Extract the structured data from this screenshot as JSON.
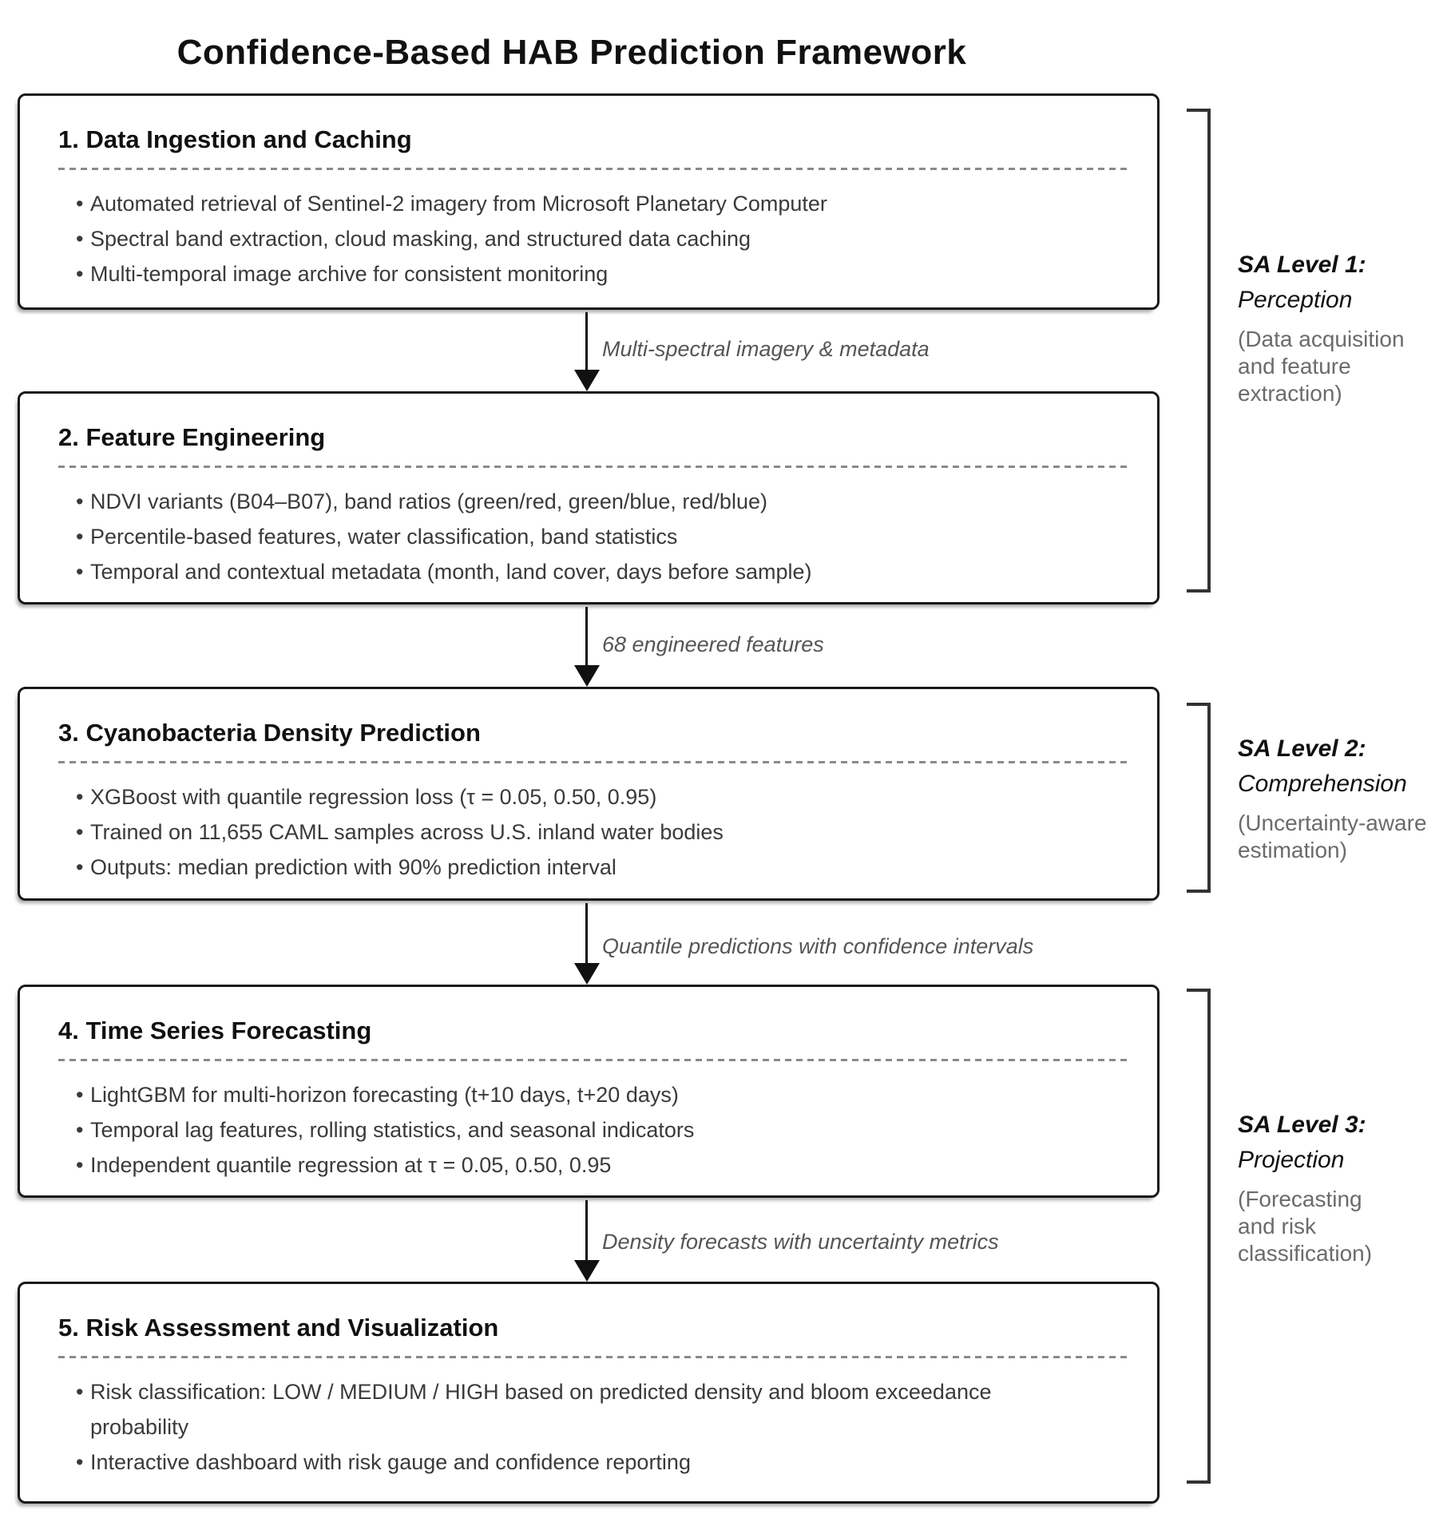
{
  "title": "Confidence-Based HAB Prediction Framework",
  "glyphs": {
    "bullet": "•"
  },
  "stages": [
    {
      "heading": "1. Data Ingestion and Caching",
      "bullets": [
        "Automated retrieval of Sentinel-2 imagery from Microsoft Planetary Computer",
        "Spectral band extraction, cloud masking, and structured data caching",
        "Multi-temporal image archive for consistent monitoring"
      ]
    },
    {
      "heading": "2. Feature Engineering",
      "bullets": [
        "NDVI variants (B04–B07), band ratios (green/red, green/blue, red/blue)",
        "Percentile-based features, water classification, band statistics",
        "Temporal and contextual metadata (month, land cover, days before sample)"
      ]
    },
    {
      "heading": "3. Cyanobacteria Density Prediction",
      "bullets": [
        "XGBoost with quantile regression loss (τ = 0.05, 0.50, 0.95)",
        "Trained on 11,655 CAML samples across U.S. inland water bodies",
        "Outputs: median prediction with 90% prediction interval"
      ]
    },
    {
      "heading": "4. Time Series Forecasting",
      "bullets": [
        "LightGBM for multi-horizon forecasting (t+10 days, t+20 days)",
        "Temporal lag features, rolling statistics, and seasonal indicators",
        "Independent quantile regression at τ = 0.05, 0.50, 0.95"
      ]
    },
    {
      "heading": "5. Risk Assessment and Visualization",
      "bullets": [
        "Risk classification: LOW / MEDIUM / HIGH based on predicted density and bloom exceedance probability",
        "Interactive dashboard with risk gauge and confidence reporting"
      ]
    }
  ],
  "arrows": [
    {
      "label": "Multi-spectral imagery & metadata"
    },
    {
      "label": "68 engineered features"
    },
    {
      "label": "Quantile predictions with confidence intervals"
    },
    {
      "label": "Density forecasts with uncertainty metrics"
    }
  ],
  "sa_levels": [
    {
      "label": "SA Level 1:",
      "name": "Perception",
      "description_lines": [
        "(Data acquisition",
        "and feature",
        "extraction)"
      ]
    },
    {
      "label": "SA Level 2:",
      "name": "Comprehension",
      "description_lines": [
        "(Uncertainty-aware",
        "estimation)"
      ]
    },
    {
      "label": "SA Level 3:",
      "name": "Projection",
      "description_lines": [
        "(Forecasting",
        "and risk",
        "classification)"
      ]
    }
  ],
  "colors": {
    "background": "#ffffff",
    "box_border": "#1a1a1a",
    "heading_text": "#111111",
    "bullet_text": "#3a3a3a",
    "arrow": "#111111",
    "arrow_label_text": "#555555",
    "separator": "#8a8a8a",
    "bracket": "#333333",
    "sa_description_text": "#6b6b6b"
  }
}
